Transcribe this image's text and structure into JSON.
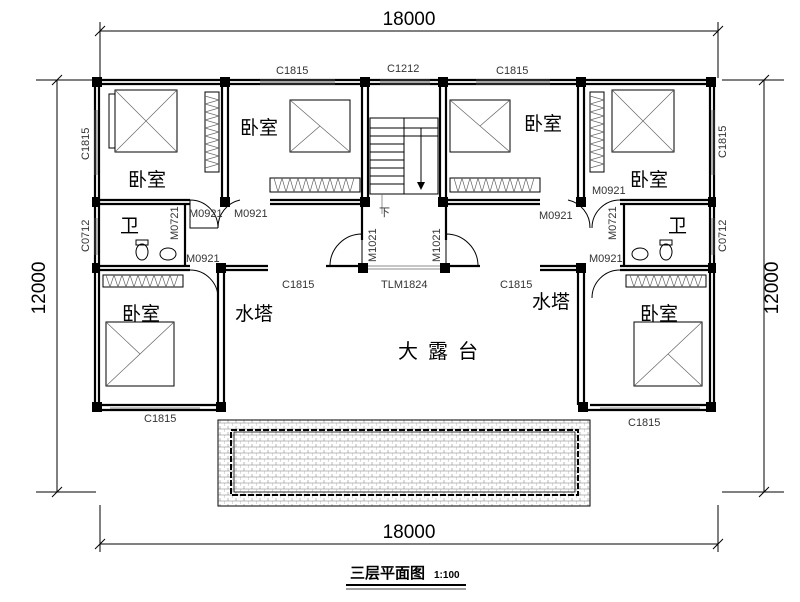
{
  "dimensions": {
    "top": "18000",
    "bottom": "18000",
    "left": "12000",
    "right": "12000"
  },
  "rooms": {
    "bedroom_top_left": "卧室",
    "bedroom_top_mid_left": "卧室",
    "bedroom_top_mid_right": "卧室",
    "bedroom_top_right": "卧室",
    "bath_left": "卫",
    "bath_right": "卫",
    "bedroom_bottom_left": "卧室",
    "bedroom_bottom_right": "卧室",
    "water_tower_left": "水塔",
    "water_tower_right": "水塔",
    "terrace": "大露台",
    "stair_down": "下"
  },
  "codes": {
    "win_top_left": "C1815",
    "win_top_mid": "C1212",
    "win_top_right": "C1815",
    "win_left_side": "C1815",
    "win_right_side": "C1815",
    "win_left_small": "C0712",
    "win_right_small": "C0712",
    "door_a": "M0921",
    "door_b": "M0921",
    "door_c": "M0921",
    "door_d": "M0921",
    "door_e": "M0921",
    "door_f": "M0921",
    "door_bath_l": "M0721",
    "door_bath_r": "M0721",
    "door_stair_l": "M1021",
    "door_stair_r": "M1021",
    "win_mid_left": "C1815",
    "win_mid_right": "C1815",
    "sliding_door": "TLM1824",
    "win_bottom_left": "C1815",
    "win_bottom_right": "C1815"
  },
  "title": {
    "name": "三层平面图",
    "scale": "1:100"
  }
}
